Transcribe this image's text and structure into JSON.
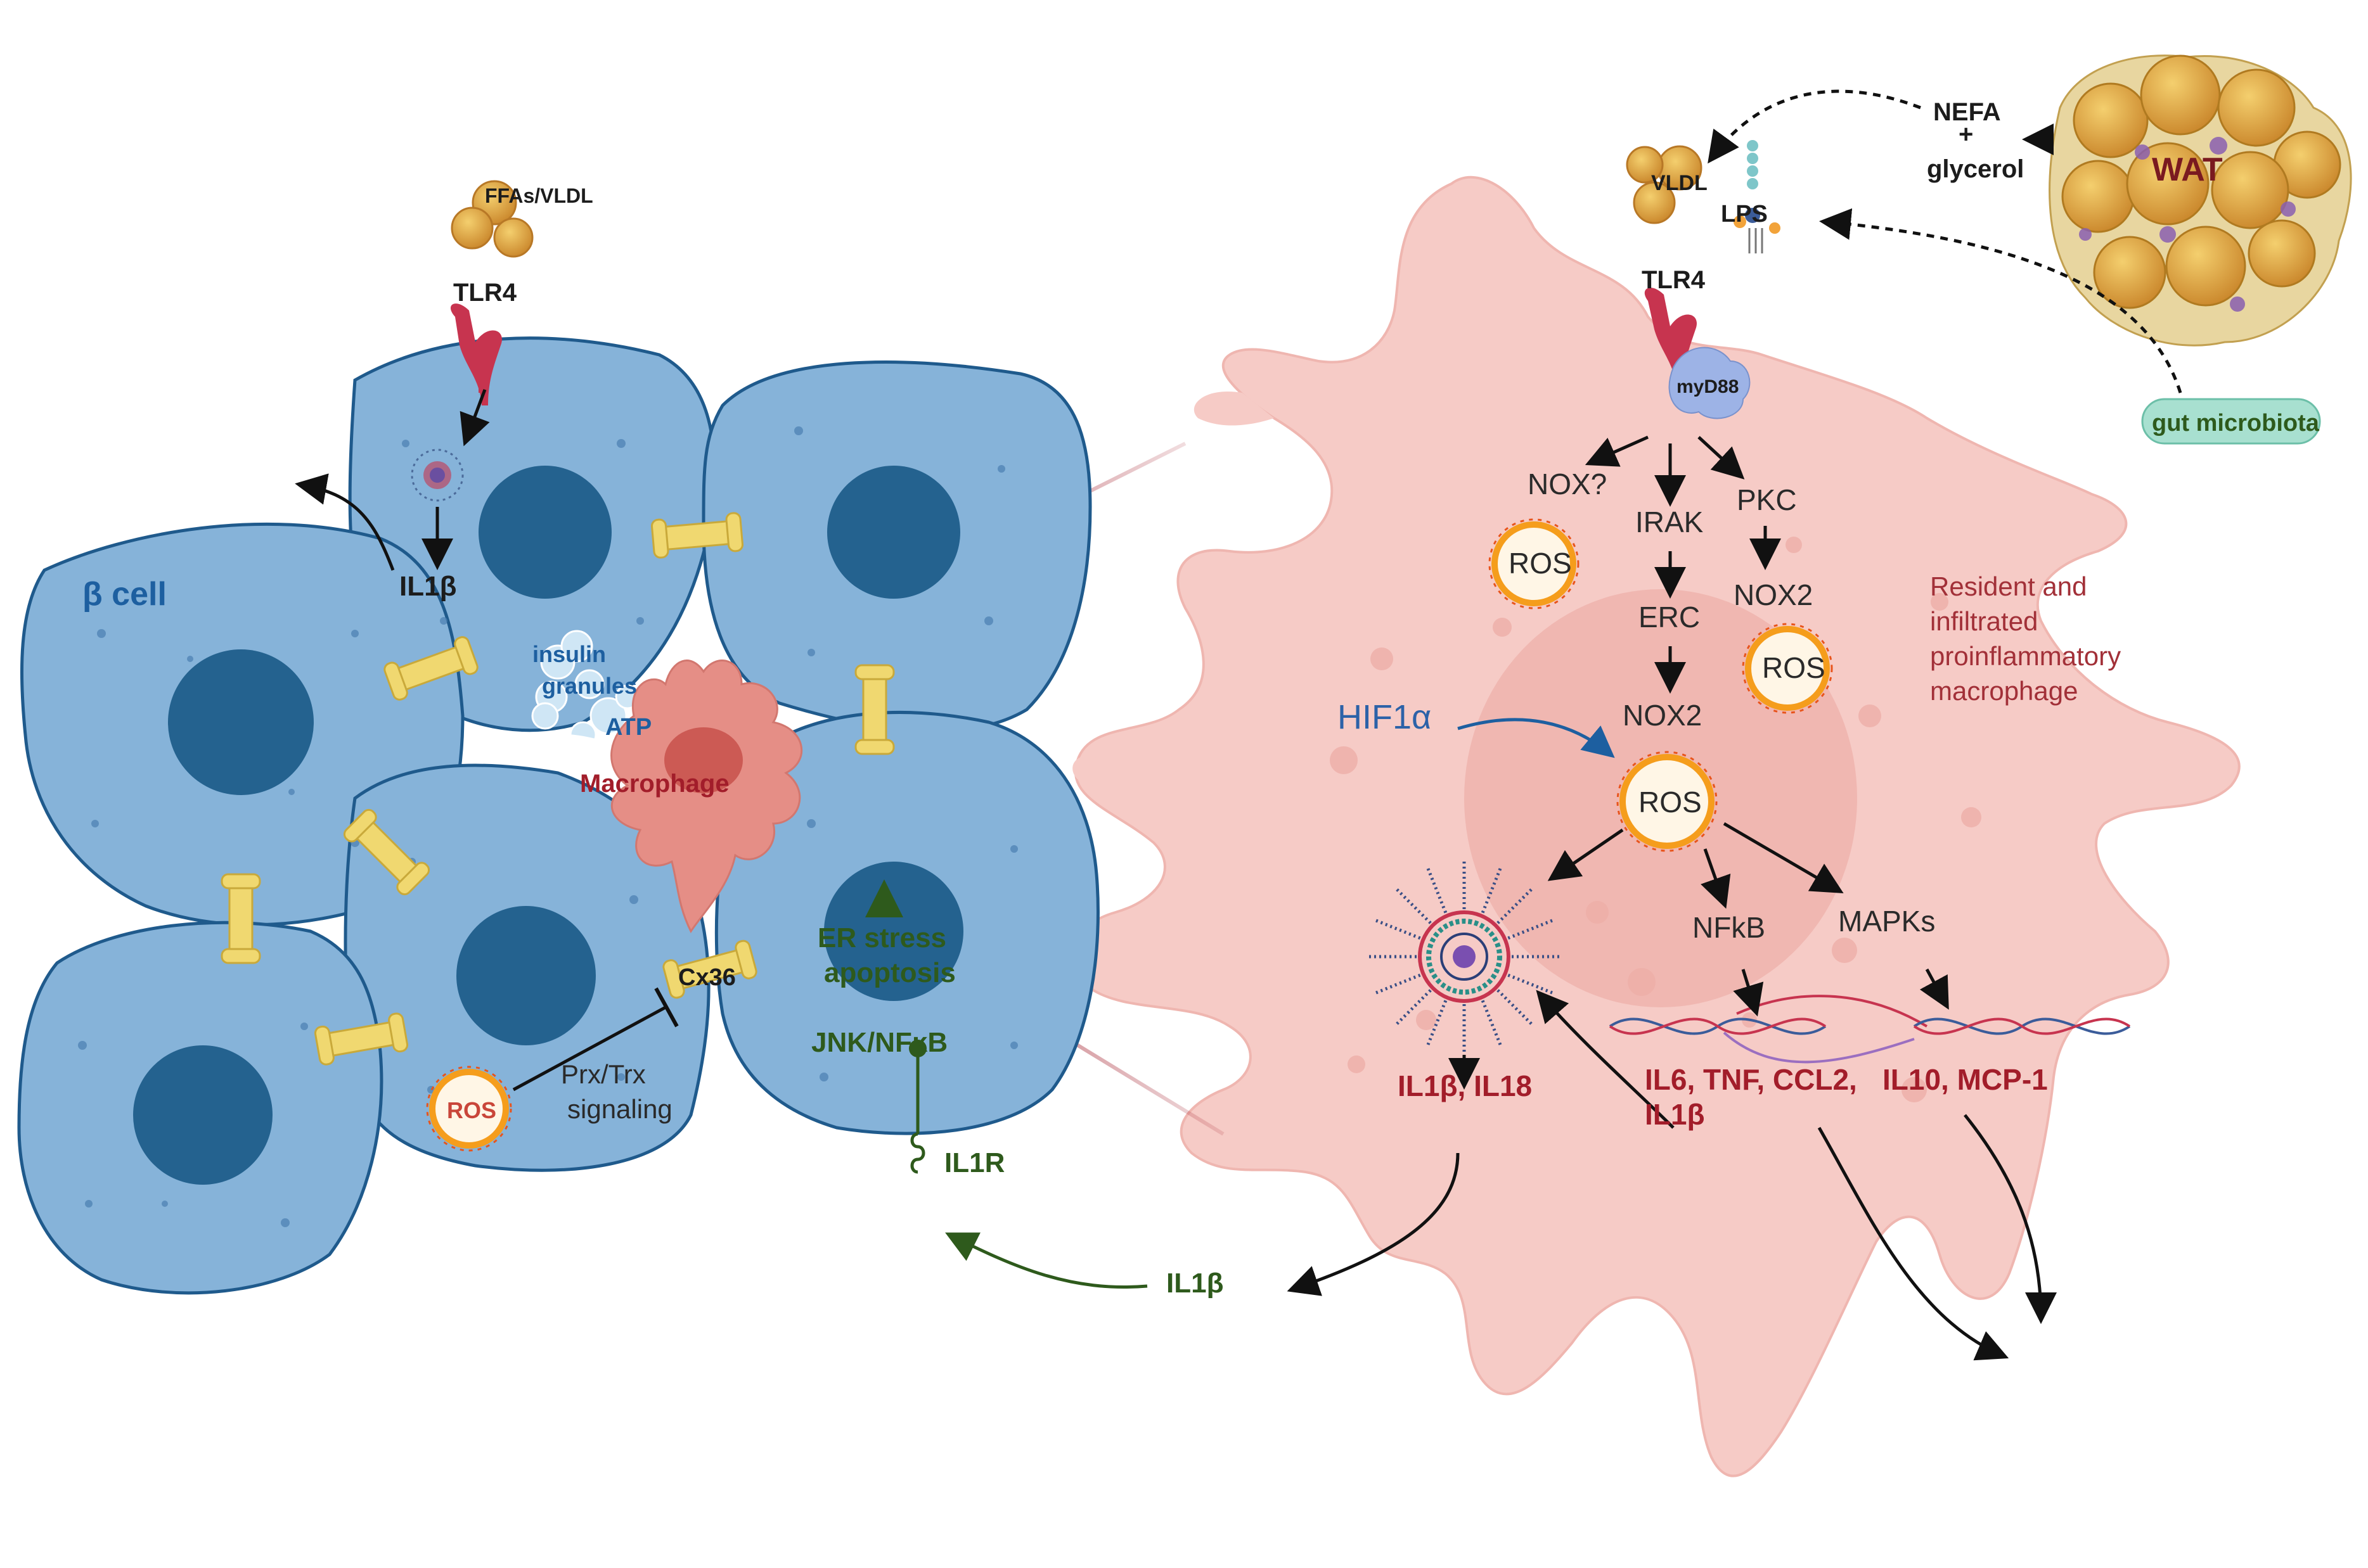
{
  "left_panel": {
    "beta_cell": "β cell",
    "tlr4": "TLR4",
    "ffas_vldl": "FFAs/VLDL",
    "il1b_top": "IL1β",
    "insulin_granules_line1": "insulin",
    "insulin_granules_line2": "granules",
    "atp": "ATP",
    "macrophage": "Macrophage",
    "cx36": "Cx36",
    "ros": "ROS",
    "prx_trx_line1": "Prx/Trx",
    "prx_trx_line2": "signaling",
    "er_stress_line1": "ER stress",
    "er_stress_line2": "apoptosis",
    "jnk_nfkb": "JNK/NFκB",
    "il1r": "IL1R",
    "il1b_bottom": "IL1β"
  },
  "right_panel": {
    "vldl": "VLDL",
    "lps": "LPS",
    "tlr4": "TLR4",
    "myd88": "myD88",
    "nefa": "NEFA",
    "plus": "+",
    "glycerol": "glycerol",
    "wat": "WAT",
    "gut_microbiota": "gut microbiota",
    "nox_q": "NOX?",
    "irak": "IRAK",
    "pkc": "PKC",
    "ros1": "ROS",
    "erc": "ERC",
    "nox2_right": "NOX2",
    "ros2": "ROS",
    "nox2_center": "NOX2",
    "hif1a": "HIF1α",
    "ros3": "ROS",
    "nfkb": "NFkB",
    "mapks": "MAPKs",
    "il1b_il18": "IL1β, IL18",
    "cytokines_line1": "IL6, TNF, CCL2,",
    "cytokines_line2": "IL1β",
    "il10_mcp1": "IL10, MCP-1",
    "resident_line1": "Resident and",
    "resident_line2": "infiltrated",
    "resident_line3": "proinflammatory",
    "resident_line4": "macrophage"
  },
  "colors": {
    "beta_cell_fill": "#86b3d9",
    "beta_cell_stroke": "#1f5a8c",
    "nucleus": "#24628f",
    "macrophage_fill": "#f6cbc6",
    "macrophage_stroke": "#e8aca6",
    "label_red": "#a21d2a",
    "label_green": "#2e5a1c",
    "label_blue": "#1d5fa0",
    "connexin": "#f0d870",
    "ros_ring": "#f59d1c",
    "wat_fill": "#d9b45e"
  }
}
